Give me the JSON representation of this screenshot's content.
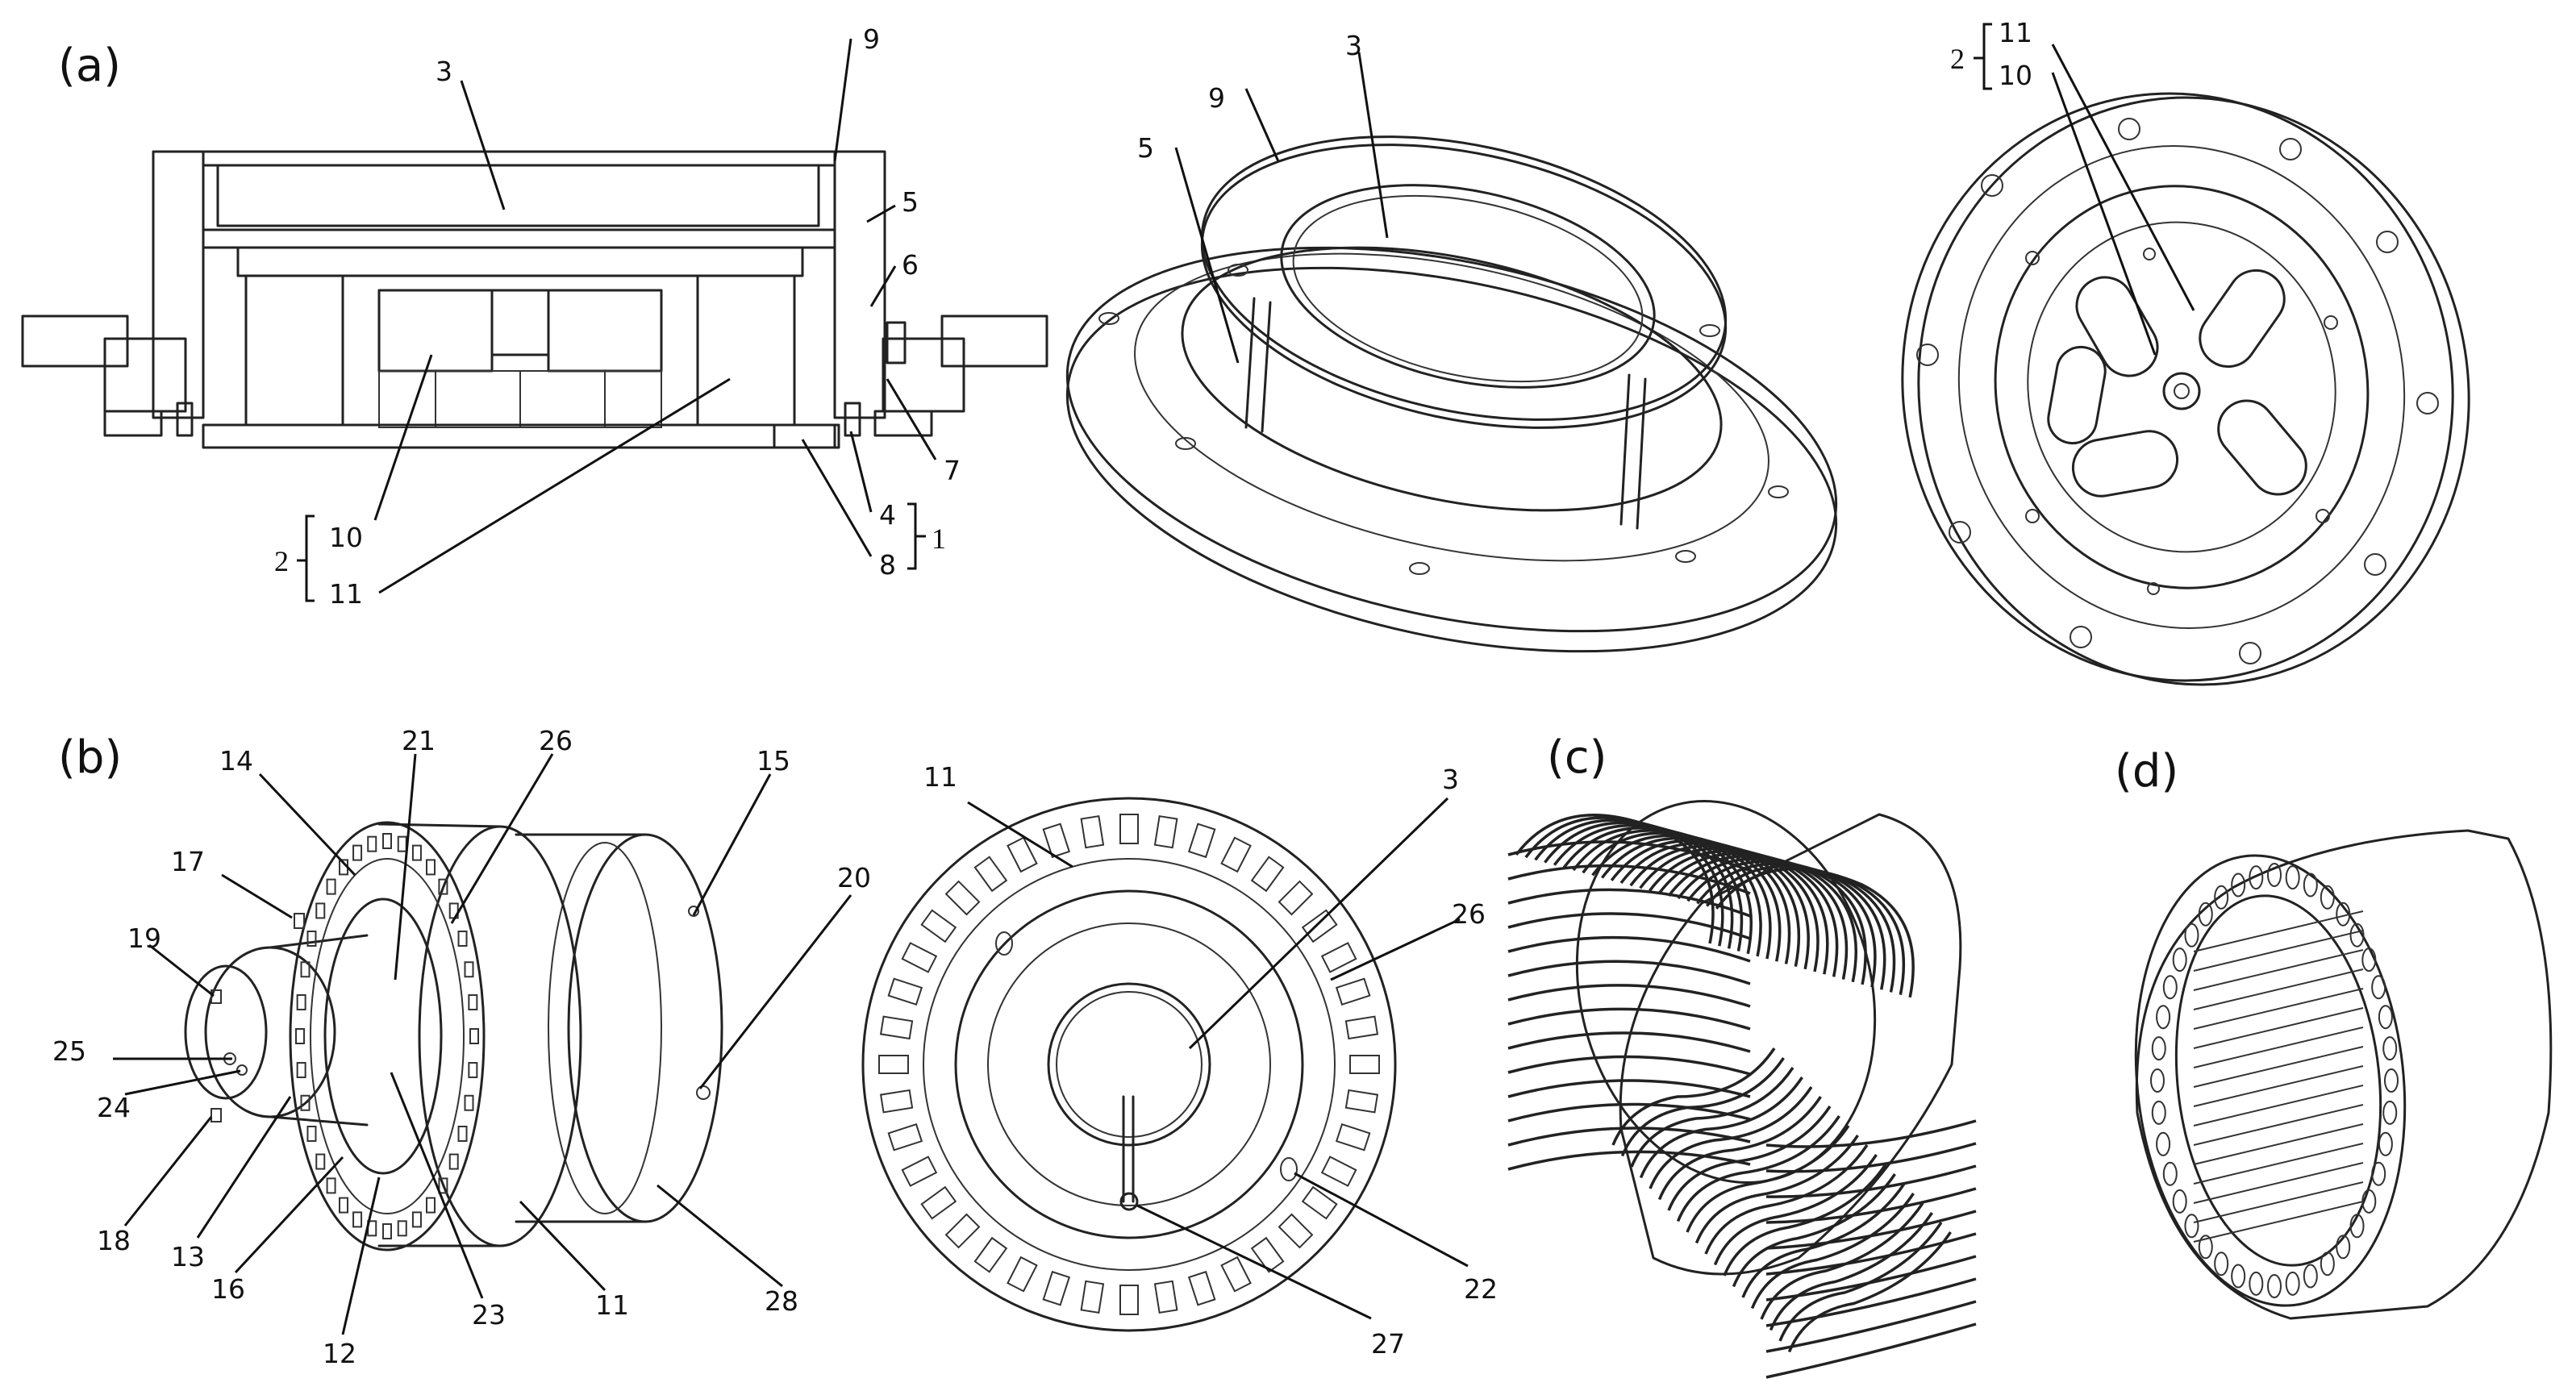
{
  "panels": {
    "a": {
      "label": "(a)",
      "section_callouts": {
        "c3": "3",
        "c9": "9",
        "c5": "5",
        "c6": "6",
        "c7": "7",
        "c4": "4",
        "c8": "8",
        "c1": "1",
        "c10": "10",
        "c11": "11",
        "c2": "2"
      },
      "iso_callouts": {
        "c9": "9",
        "c3": "3",
        "c5": "5"
      },
      "rotor_callouts": {
        "c2": "2",
        "c11": "11",
        "c10": "10"
      }
    },
    "b": {
      "label": "(b)",
      "callouts": {
        "c14": "14",
        "c21": "21",
        "c26": "26",
        "c15": "15",
        "c20": "20",
        "c17": "17",
        "c19": "19",
        "c25": "25",
        "c24": "24",
        "c18": "18",
        "c13": "13",
        "c16": "16",
        "c12": "12",
        "c23": "23",
        "c11": "11",
        "c28": "28"
      },
      "front_callouts": {
        "c11": "11",
        "c3": "3",
        "c26": "26",
        "c22": "22",
        "c27": "27"
      }
    },
    "c": {
      "label": "(c)"
    },
    "d": {
      "label": "(d)"
    }
  }
}
